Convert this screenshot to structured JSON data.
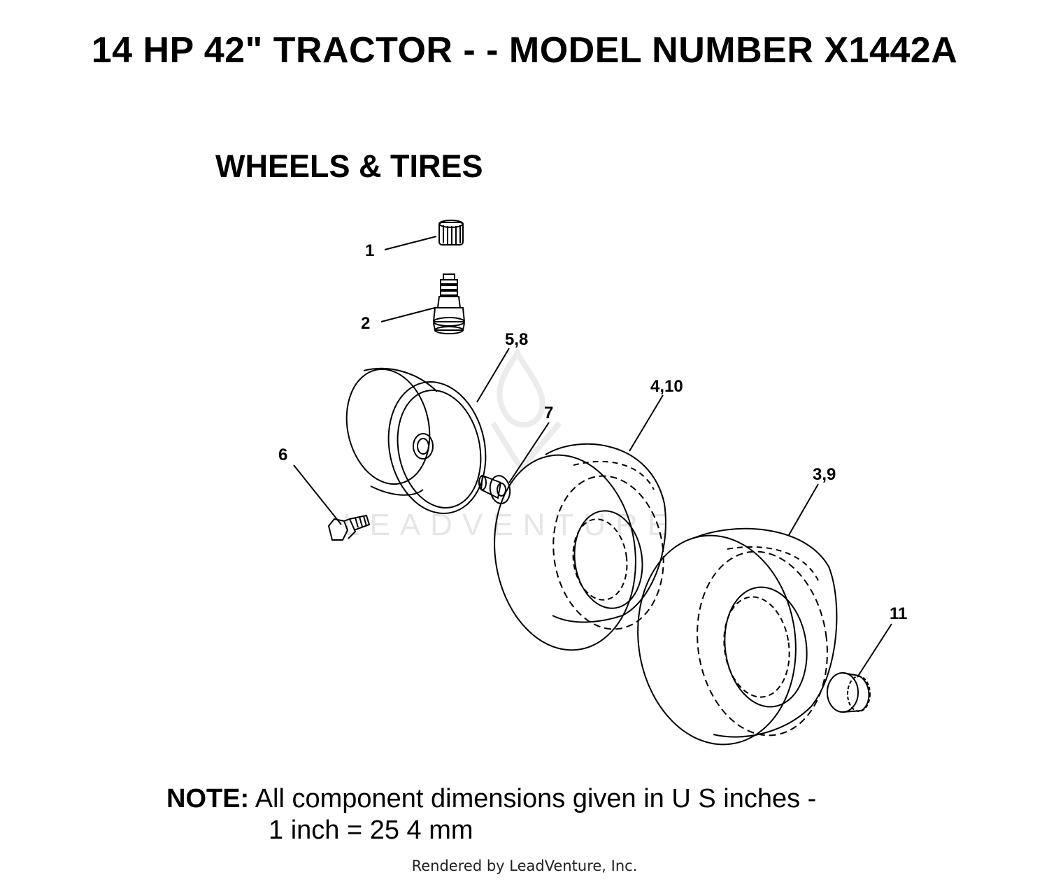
{
  "title": "14 HP 42\" TRACTOR - - MODEL NUMBER X1442A",
  "section_title": "WHEELS & TIRES",
  "watermark": "LEADVENTURE",
  "callouts": [
    {
      "label": "1",
      "part": "valve-cap"
    },
    {
      "label": "2",
      "part": "valve-stem"
    },
    {
      "label": "5,8",
      "part": "wheel-rim"
    },
    {
      "label": "4,10",
      "part": "front-tire"
    },
    {
      "label": "7",
      "part": "bushing"
    },
    {
      "label": "6",
      "part": "bolt"
    },
    {
      "label": "3,9",
      "part": "rear-tire"
    },
    {
      "label": "11",
      "part": "hub-cap"
    }
  ],
  "note": {
    "label": "NOTE:",
    "line1": "All component dimensions given in U S  inches -",
    "line2": "1 inch = 25 4 mm"
  },
  "footer": "Rendered by LeadVenture, Inc."
}
